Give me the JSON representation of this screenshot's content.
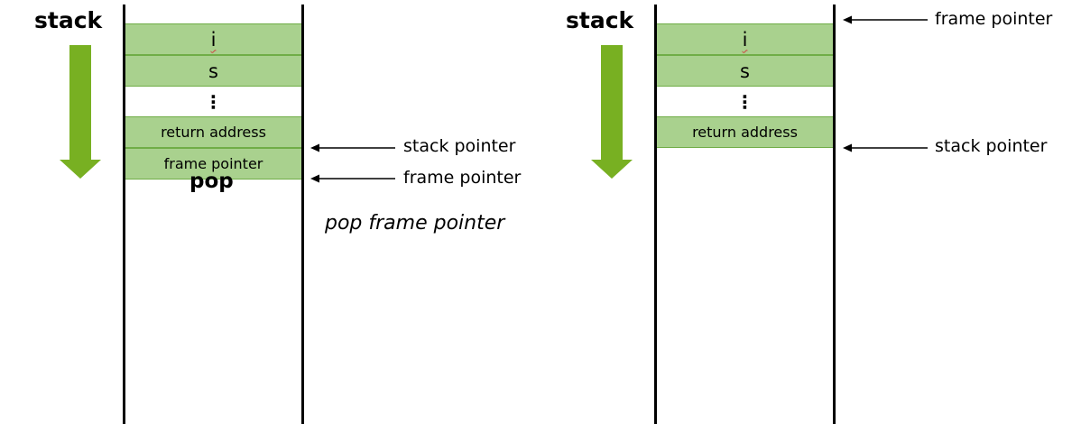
{
  "left": {
    "title": "stack",
    "cells": [
      {
        "label": "i"
      },
      {
        "label": "s"
      },
      {
        "label": "⋮"
      },
      {
        "label": "return address"
      },
      {
        "label": "frame pointer"
      }
    ],
    "pointers": {
      "stack_pointer": "stack pointer",
      "frame_pointer": "frame pointer"
    },
    "pop_label": "pop",
    "caption": "pop frame pointer",
    "arrow_color": "#78b022"
  },
  "right": {
    "title": "stack",
    "cells": [
      {
        "label": "i"
      },
      {
        "label": "s"
      },
      {
        "label": "⋮"
      },
      {
        "label": "return address"
      }
    ],
    "pointers": {
      "frame_pointer": "frame pointer",
      "stack_pointer": "stack pointer"
    },
    "arrow_color": "#78b022"
  },
  "colors": {
    "cell_fill": "#a9d18e",
    "cell_border": "#70ad47",
    "growth_arrow": "#78b022"
  }
}
